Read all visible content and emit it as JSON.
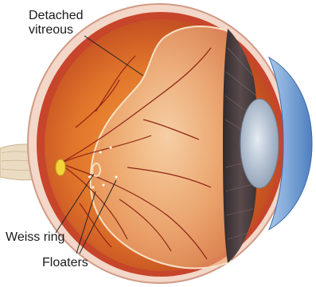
{
  "labels": {
    "detached_vitreous_line1": "Detached",
    "detached_vitreous_line2": "vitreous",
    "weiss_ring": "Weiss ring",
    "floaters": "Floaters"
  },
  "colors": {
    "sclera": "#f4d9cc",
    "choroid": "#c8432a",
    "retina": "#e9832f",
    "vitreous_gel": "#f2c8a0",
    "iris": "#4a3a3a",
    "lens": "#b9c6d6",
    "cornea": "#7aa7d6",
    "optic_nerve": "#e8d2b0",
    "optic_disc": "#f0d23a",
    "leader_line": "#222222"
  }
}
